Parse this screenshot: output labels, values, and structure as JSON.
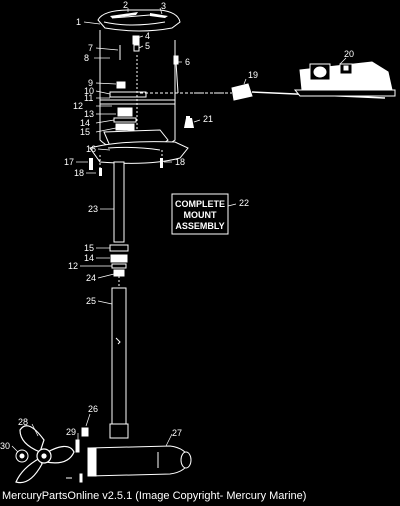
{
  "callouts": {
    "p1": "1",
    "p2": "2",
    "p3": "3",
    "p4": "4",
    "p5": "5",
    "p6": "6",
    "p7": "7",
    "p8": "8",
    "p9": "9",
    "p10": "10",
    "p11": "11",
    "p12": "12",
    "p13": "13",
    "p14": "14",
    "p15": "15",
    "p16": "16",
    "p17": "17",
    "p18": "18",
    "p18b": "18",
    "p19": "19",
    "p20": "20",
    "p21": "21",
    "p22": "22",
    "p23": "23",
    "p15b": "15",
    "p14b": "14",
    "p12b": "12",
    "p24": "24",
    "p25": "25",
    "p26": "26",
    "p27": "27",
    "p28": "28",
    "p29": "29",
    "p30": "30"
  },
  "mount_box": {
    "line1": "COMPLETE",
    "line2": "MOUNT",
    "line3": "ASSEMBLY"
  },
  "footer": {
    "text": "MercuryPartsOnline v2.5.1 (Image Copyright- Mercury Marine)"
  }
}
